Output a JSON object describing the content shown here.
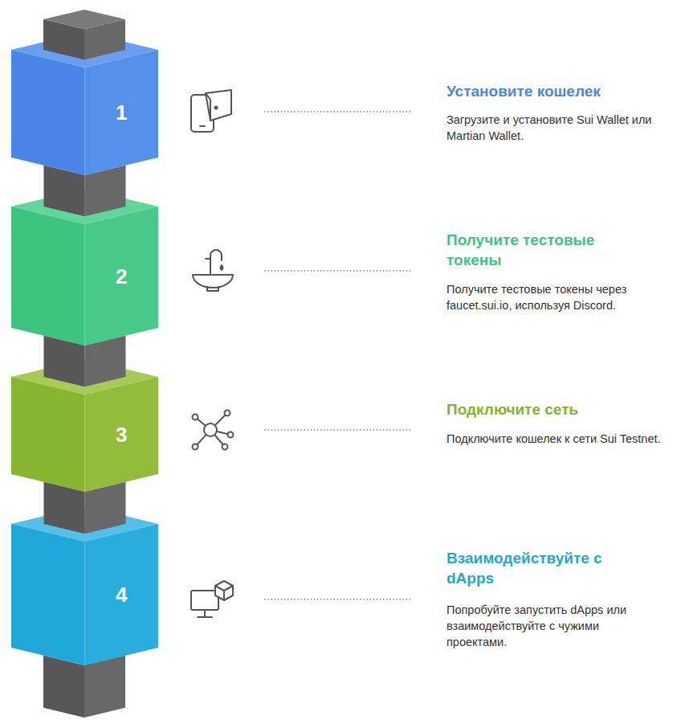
{
  "diagram": {
    "nodes": [
      {
        "text": [
          "1"
        ]
      },
      {
        "text": [
          "2"
        ]
      },
      {
        "text": [
          "3"
        ]
      },
      {
        "text": [
          "4"
        ]
      }
    ],
    "edges": [
      {
        "from": 0,
        "to": 1,
        "arrow": "none"
      },
      {
        "from": 1,
        "to": 2,
        "arrow": "none"
      },
      {
        "from": 2,
        "to": 3,
        "arrow": "none"
      }
    ],
    "labels": [
      "Установите кошелек",
      "Загрузите и установите Sui Wallet или Martian Wallet.",
      "Получите тестовые токены",
      "Получите тестовые токены через faucet.sui.io, используя Discord.",
      "Подключите сеть",
      "Подключите кошелек к сети Sui Testnet.",
      "Взаимодействуйте с dApps",
      "Попробуйте запустить dApps или взаимодействуйте с чужими проектами."
    ]
  }
}
